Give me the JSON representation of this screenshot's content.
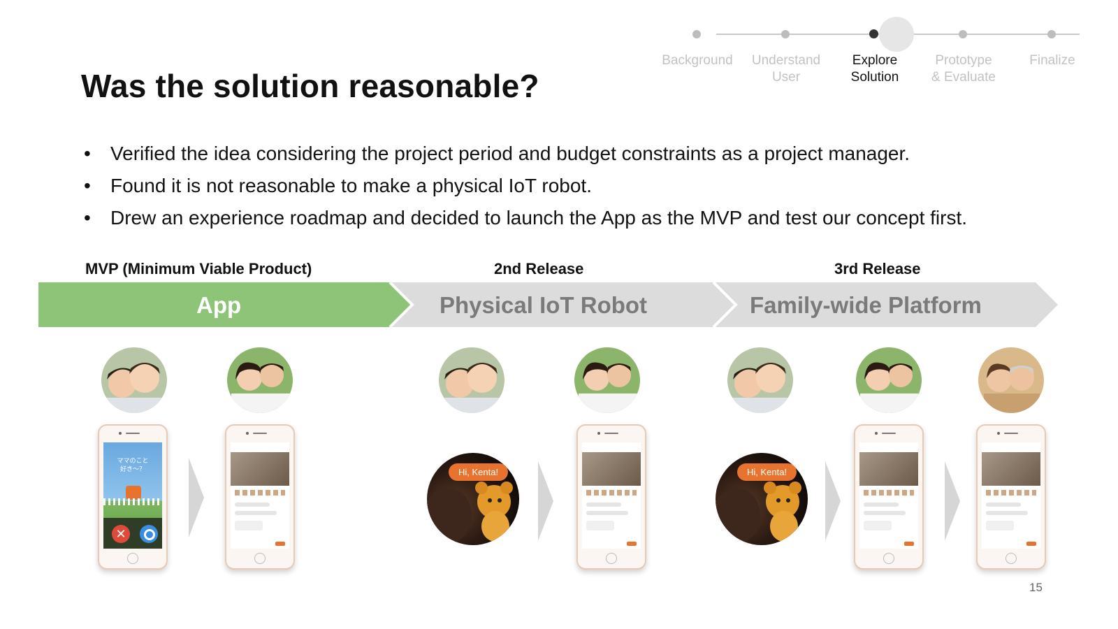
{
  "stepper": {
    "steps": [
      {
        "line1": "Background",
        "line2": "",
        "active": false
      },
      {
        "line1": "Understand",
        "line2": "User",
        "active": false
      },
      {
        "line1": "Explore",
        "line2": "Solution",
        "active": true
      },
      {
        "line1": "Prototype",
        "line2": "& Evaluate",
        "active": false
      },
      {
        "line1": "Finalize",
        "line2": "",
        "active": false
      }
    ]
  },
  "title": "Was the solution reasonable?",
  "bullets": [
    "Verified the idea considering the project period and budget constraints as a project manager.",
    "Found it is not reasonable to make a physical IoT robot.",
    "Drew an experience roadmap and decided to launch the App as the MVP and test our concept first."
  ],
  "releases": [
    {
      "label": "MVP (Minimum Viable Product)",
      "name": "App"
    },
    {
      "label": "2nd Release",
      "name": "Physical IoT Robot"
    },
    {
      "label": "3rd Release",
      "name": "Family-wide Platform"
    }
  ],
  "colors": {
    "mvp_arrow": "#8dc478",
    "release_arrow": "#dcdcdc",
    "release_text": "#7a7a7a",
    "bubble": "#e8732f"
  },
  "app_screen": {
    "question": "ママのこと\n好き〜？"
  },
  "robot_bubble": "Hi, Kenta!",
  "page_number": "15"
}
